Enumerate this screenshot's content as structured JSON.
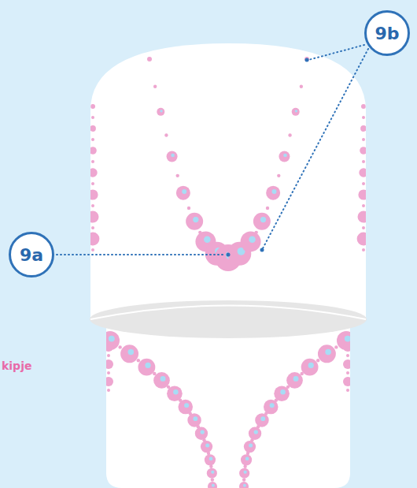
{
  "diagram": {
    "nodes": [
      {
        "text": [
          "9a"
        ]
      },
      {
        "text": [
          "9b"
        ]
      }
    ],
    "labels": [
      "kipje"
    ]
  }
}
